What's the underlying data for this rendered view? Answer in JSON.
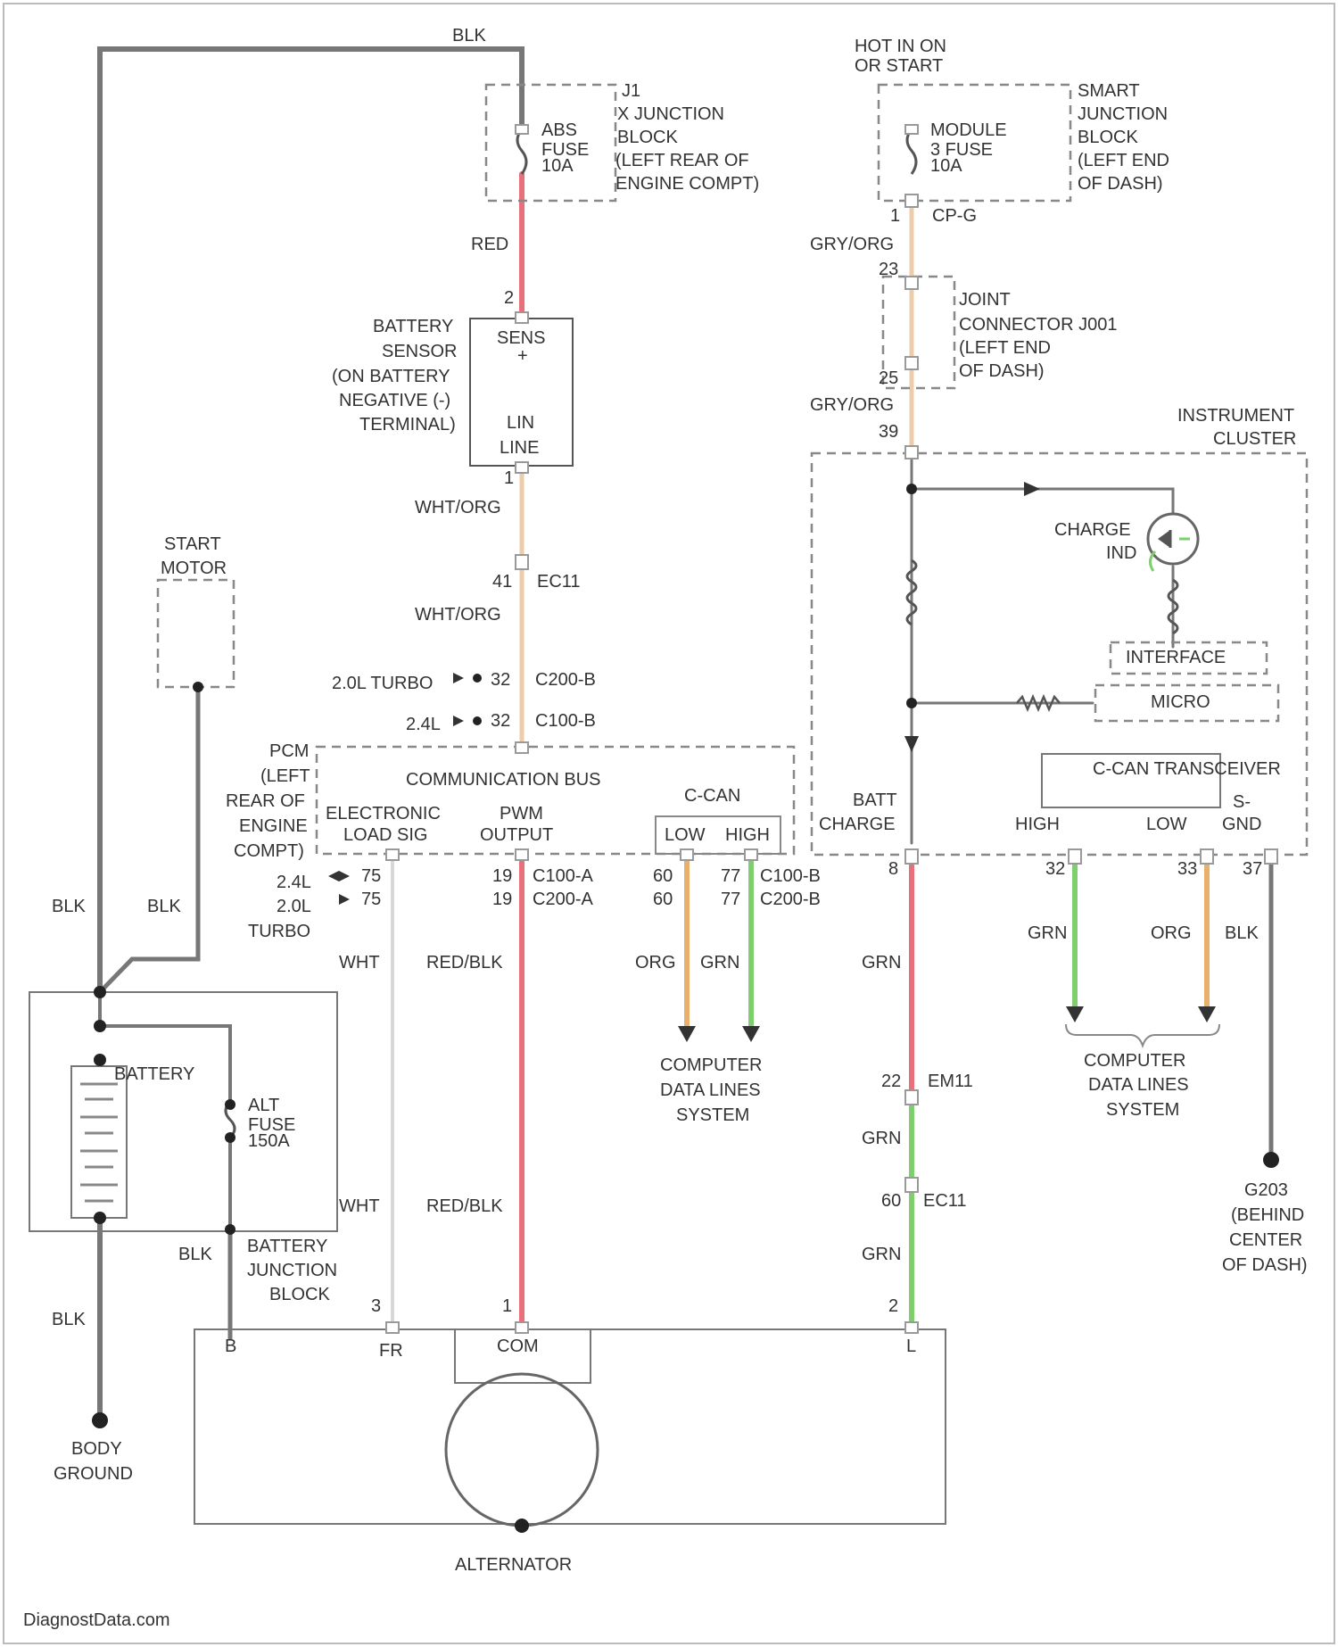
{
  "colors": {
    "blk": "#777777",
    "red": "#e8707a",
    "red_blk": "#e8707a",
    "org": "#e8b06a",
    "grn": "#7fcf6e",
    "wht_org": "#ecccaa",
    "gry_org": "#ecccaa",
    "wht": "#d8d8d8",
    "outline": "#555555",
    "dashed_outline": "#888888"
  },
  "labels": {
    "blk_top": "BLK",
    "hot_in_on_1": "HOT IN ON",
    "hot_in_on_2": "OR START",
    "abs_fuse_1": "ABS",
    "abs_fuse_2": "FUSE",
    "abs_fuse_3": "10A",
    "jb1_1": "J1",
    "jb1_2": "X JUNCTION",
    "jb1_3": "BLOCK",
    "jb1_4": "(LEFT REAR OF",
    "jb1_5": "ENGINE COMPT)",
    "module_fuse_1": "MODULE",
    "module_fuse_2": "3 FUSE",
    "module_fuse_3": "10A",
    "sjb_1": "SMART",
    "sjb_2": "JUNCTION",
    "sjb_3": "BLOCK",
    "sjb_4": "(LEFT END",
    "sjb_5": "OF DASH)",
    "pin_1_fuse": "1",
    "cp_g": "CP-G",
    "red_wire": "RED",
    "gry_org_1": "GRY/ORG",
    "pin_23a": "23",
    "joint_1": "JOINT",
    "joint_2": "CONNECTOR J001",
    "joint_3": "(LEFT END",
    "joint_4": "OF DASH)",
    "pin_25": "25",
    "gry_org_2": "GRY/ORG",
    "pin_39": "39",
    "pin_2_batt": "2",
    "batt_sensor_1": "BATTERY",
    "batt_sensor_2": "SENSOR",
    "batt_sensor_3": "(ON BATTERY",
    "batt_sensor_4": "NEGATIVE (-)",
    "batt_sensor_5": "TERMINAL)",
    "sens_1": "SENS",
    "sens_2": "+",
    "lin_1": "LIN",
    "lin_2": "LINE",
    "pin_1_lin": "1",
    "wht_org_1": "WHT/ORG",
    "pin_41": "41",
    "ec11_a": "EC11",
    "wht_org_2": "WHT/ORG",
    "turbo20_32": "2.0L TURBO",
    "pin_32a": "32",
    "c200_b": "C200-B",
    "l24_32": "2.4L",
    "pin_32b": "32",
    "c100_b": "C100-B",
    "inst_cluster_1": "INSTRUMENT",
    "inst_cluster_2": "CLUSTER",
    "charge_ind_1": "CHARGE",
    "charge_ind_2": "IND",
    "interface": "INTERFACE",
    "micro": "MICRO",
    "ccan_trans": "C-CAN TRANSCEIVER",
    "high_inst": "HIGH",
    "low_inst": "LOW",
    "sgnd_1": "S-",
    "sgnd_2": "GND",
    "batt_charge_1": "BATT",
    "batt_charge_2": "CHARGE",
    "pcm_1": "PCM",
    "pcm_2": "(LEFT",
    "pcm_3": "REAR OF",
    "pcm_4": "ENGINE",
    "pcm_5": "COMPT)",
    "comm_bus": "COMMUNICATION BUS",
    "elec_load_1": "ELECTRONIC",
    "elec_load_2": "LOAD SIG",
    "pwm_1": "PWM",
    "pwm_2": "OUTPUT",
    "ccan": "C-CAN",
    "low_pcm": "LOW",
    "high_pcm": "HIGH",
    "start_motor_1": "START",
    "start_motor_2": "MOTOR",
    "l24_75": "2.4L",
    "pin_75a": "75",
    "l20_75_1": "2.0L",
    "pin_75b": "75",
    "l20_75_2": "TURBO",
    "pin_19a": "19",
    "c100_a": "C100-A",
    "pin_19b": "19",
    "c200_a": "C200-A",
    "pin_60a": "60",
    "pin_60b": "60",
    "pin_77a": "77",
    "c100_b2": "C100-B",
    "pin_77b": "77",
    "c200_b2": "C200-B",
    "pin_8": "8",
    "pin_32c": "32",
    "pin_33": "33",
    "pin_37": "37",
    "blk_left_1": "BLK",
    "blk_left_2": "BLK",
    "wht_1": "WHT",
    "red_blk_1": "RED/BLK",
    "org_pcm": "ORG",
    "grn_pcm": "GRN",
    "grn_charge_1": "GRN",
    "grn_inst": "GRN",
    "org_inst": "ORG",
    "blk_inst": "BLK",
    "cdl_left_1": "COMPUTER",
    "cdl_left_2": "DATA LINES",
    "cdl_left_3": "SYSTEM",
    "cdl_right_1": "COMPUTER",
    "cdl_right_2": "DATA LINES",
    "cdl_right_3": "SYSTEM",
    "pin_22": "22",
    "em11": "EM11",
    "grn_2": "GRN",
    "pin_60c": "60",
    "ec11_b": "EC11",
    "grn_3": "GRN",
    "battery": "BATTERY",
    "alt_fuse_1": "ALT",
    "alt_fuse_2": "FUSE",
    "alt_fuse_3": "150A",
    "wht_2": "WHT",
    "red_blk_2": "RED/BLK",
    "blk_bjb": "BLK",
    "bjb_1": "BATTERY",
    "bjb_2": "JUNCTION",
    "bjb_3": "BLOCK",
    "blk_ground": "BLK",
    "g203_1": "G203",
    "g203_2": "(BEHIND",
    "g203_3": "CENTER",
    "g203_4": "OF DASH)",
    "pin_3": "3",
    "pin_1_alt": "1",
    "pin_2_alt": "2",
    "b_term": "B",
    "fr_term": "FR",
    "com_term": "COM",
    "l_term": "L",
    "body_ground_1": "BODY",
    "body_ground_2": "GROUND",
    "alternator": "ALTERNATOR",
    "watermark": "DiagnostData.com"
  }
}
